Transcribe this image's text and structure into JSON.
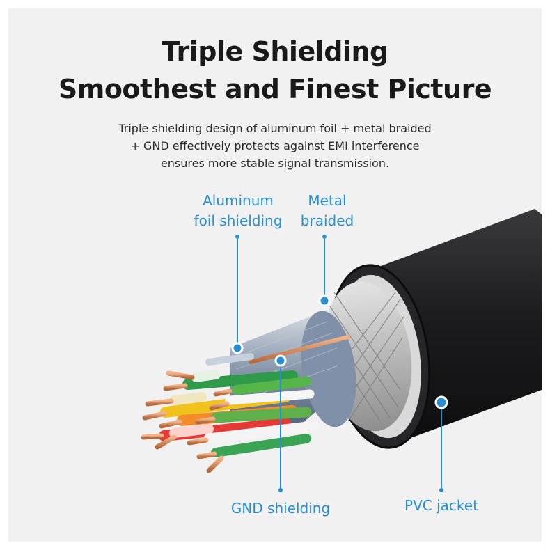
{
  "headline": {
    "line1": "Triple Shielding",
    "line2": "Smoothest and Finest Picture"
  },
  "description": {
    "line1": "Triple shielding design of aluminum foil + metal braided",
    "line2": "+ GND effectively protects against EMI interference",
    "line3": "ensures more stable signal transmission."
  },
  "callouts": {
    "aluminum": {
      "line1": "Aluminum",
      "line2": "foil shielding"
    },
    "metal": {
      "line1": "Metal",
      "line2": "braided"
    },
    "gnd": "GND shielding",
    "pvc": "PVC jacket"
  },
  "colors": {
    "accent": "#2a8fd0",
    "jacket": "#1c1c1e",
    "copper": "#d48a5c"
  }
}
